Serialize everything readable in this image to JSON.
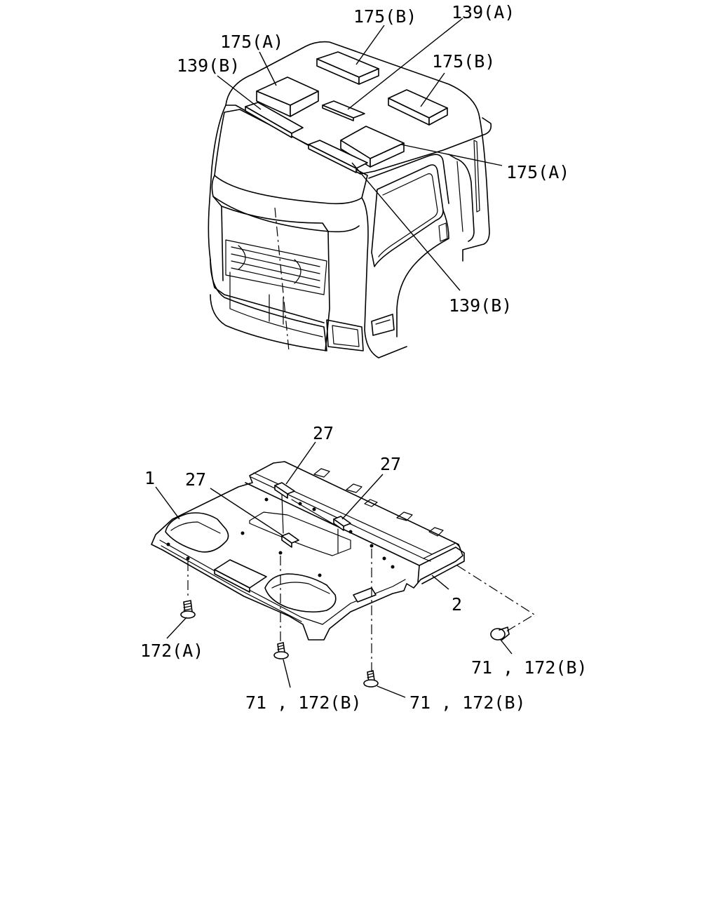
{
  "diagram": {
    "cab_callouts": [
      {
        "id": "c1",
        "text": "175(B)"
      },
      {
        "id": "c2",
        "text": "139(A)"
      },
      {
        "id": "c3",
        "text": "175(A)"
      },
      {
        "id": "c4",
        "text": "139(B)"
      },
      {
        "id": "c5",
        "text": "175(B)"
      },
      {
        "id": "c6",
        "text": "175(A)"
      },
      {
        "id": "c7",
        "text": "139(B)"
      }
    ],
    "headliner_callouts": [
      {
        "id": "h1",
        "text": "27"
      },
      {
        "id": "h2",
        "text": "27"
      },
      {
        "id": "h3",
        "text": "1"
      },
      {
        "id": "h4",
        "text": "27"
      },
      {
        "id": "h5",
        "text": "2"
      },
      {
        "id": "h6",
        "text": "172(A)"
      },
      {
        "id": "h7",
        "text": "71 , 172(B)"
      },
      {
        "id": "h8",
        "text": "71 , 172(B)"
      },
      {
        "id": "h9",
        "text": "71 , 172(B)"
      }
    ]
  }
}
